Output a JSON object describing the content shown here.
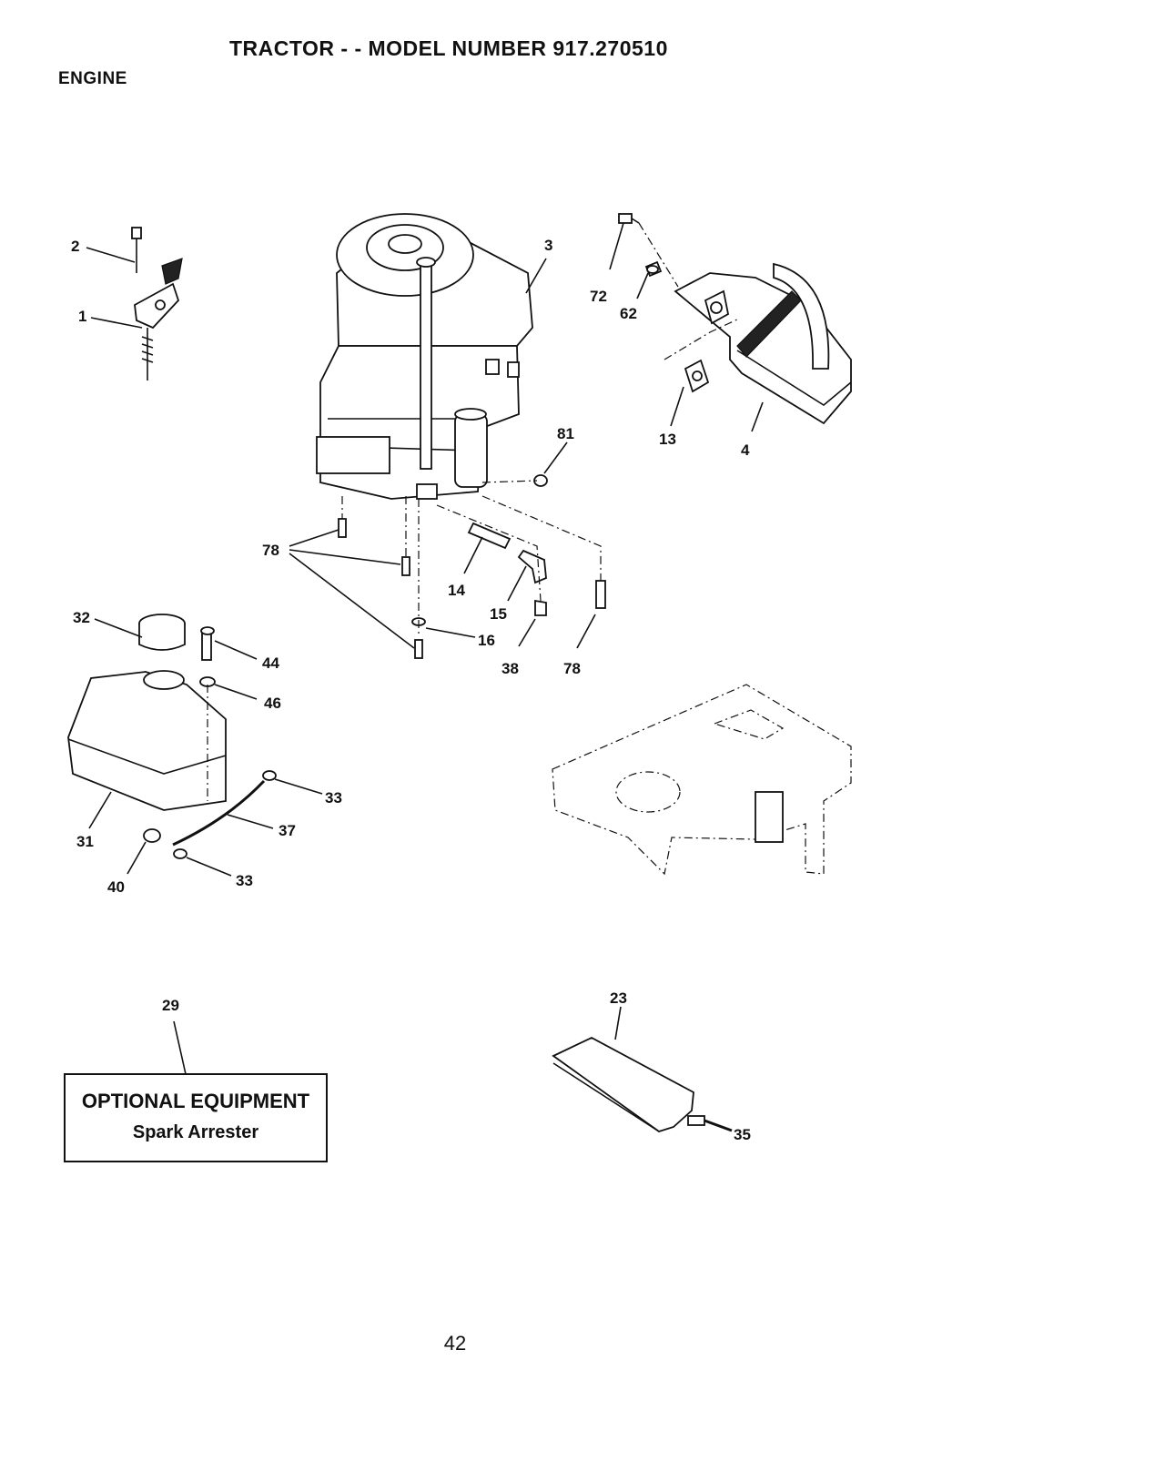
{
  "header": {
    "title": "TRACTOR - - MODEL NUMBER 917.270510",
    "section": "ENGINE"
  },
  "callouts": {
    "c1": "1",
    "c2": "2",
    "c3": "3",
    "c4": "4",
    "c13": "13",
    "c14": "14",
    "c15": "15",
    "c16": "16",
    "c23": "23",
    "c29": "29",
    "c31": "31",
    "c32": "32",
    "c33a": "33",
    "c33b": "33",
    "c35": "35",
    "c37": "37",
    "c38": "38",
    "c40": "40",
    "c44": "44",
    "c46": "46",
    "c62": "62",
    "c72": "72",
    "c78a": "78",
    "c78b": "78",
    "c81": "81"
  },
  "optional_box": {
    "heading": "OPTIONAL EQUIPMENT",
    "item": "Spark Arrester"
  },
  "footer": {
    "page_number": "42"
  }
}
